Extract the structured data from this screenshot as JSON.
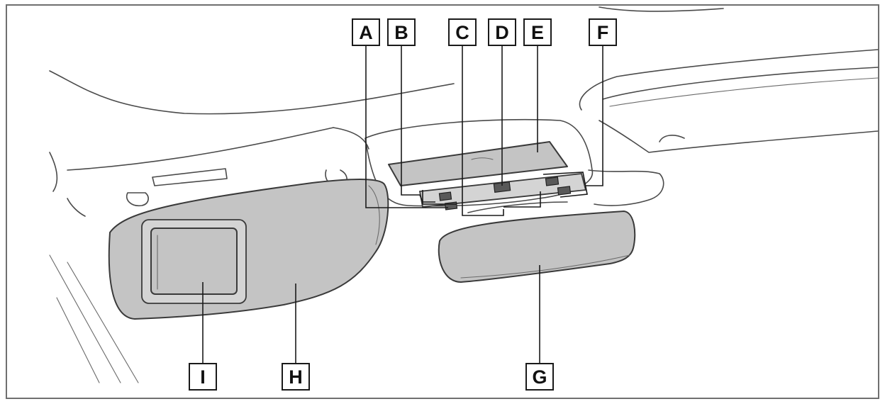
{
  "callouts": {
    "A": "A",
    "B": "B",
    "C": "C",
    "D": "D",
    "E": "E",
    "F": "F",
    "G": "G",
    "H": "H",
    "I": "I"
  }
}
